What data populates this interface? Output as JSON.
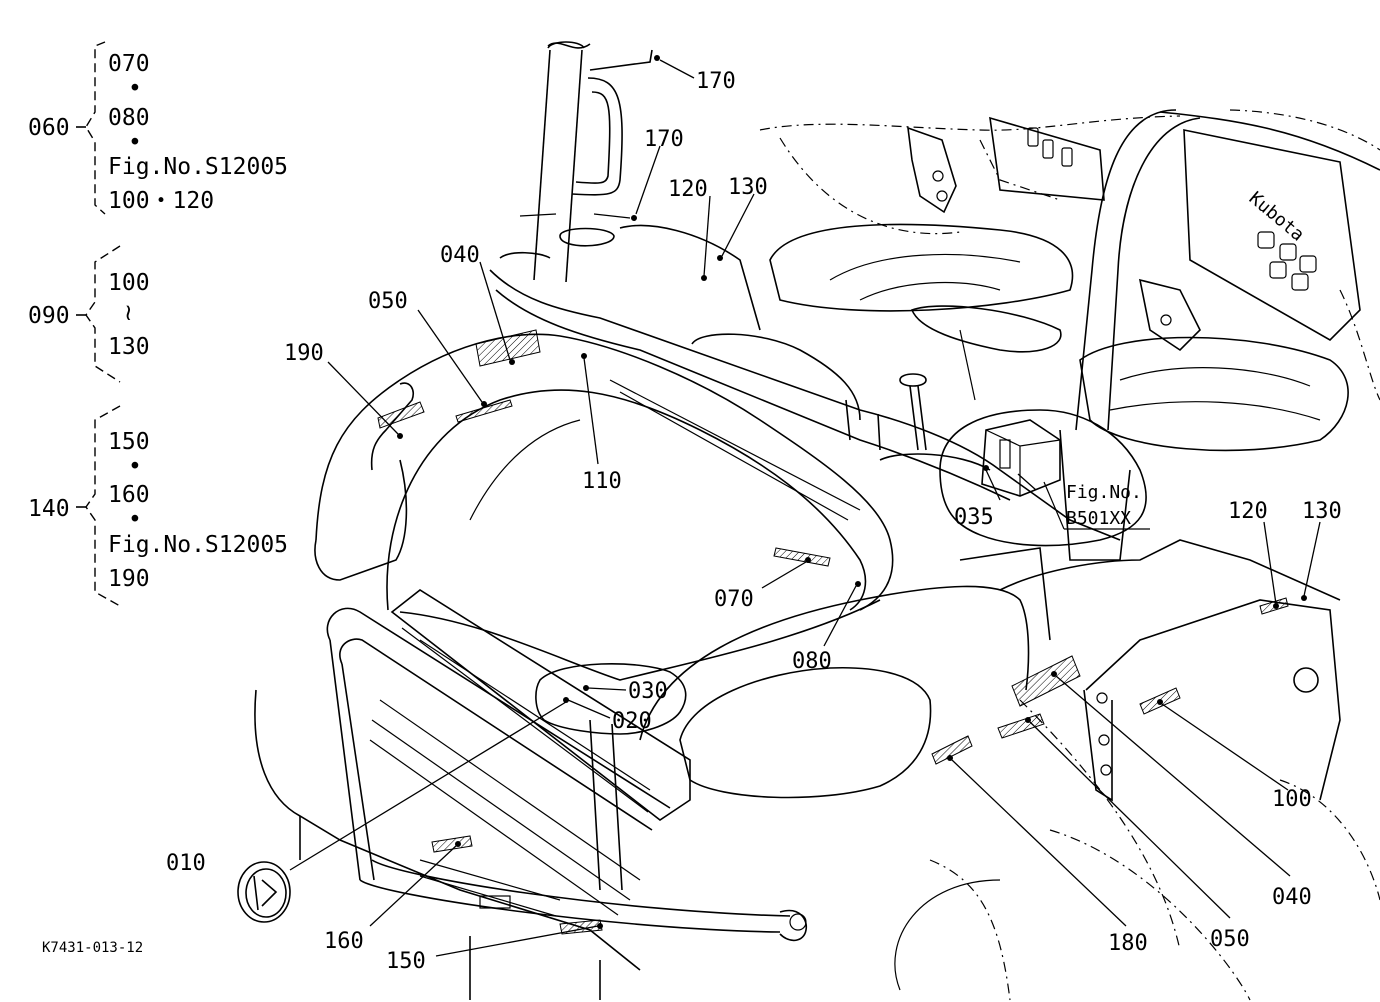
{
  "figure_code": "K7431-013-12",
  "groups": [
    {
      "id": "060",
      "lines": [
        "070",
        "•",
        "080",
        "•",
        "Fig.No.S12005",
        "100・120"
      ]
    },
    {
      "id": "090",
      "lines": [
        "100",
        "≀",
        "130"
      ]
    },
    {
      "id": "140",
      "lines": [
        "150",
        "•",
        "160",
        "•",
        "Fig.No.S12005",
        "190"
      ]
    }
  ],
  "callouts": {
    "c170a": "170",
    "c170b": "170",
    "c120a": "120",
    "c130a": "130",
    "c040a": "040",
    "c050a": "050",
    "c190": "190",
    "c110": "110",
    "c035": "035",
    "c120b": "120",
    "c130b": "130",
    "c070": "070",
    "c080": "080",
    "c030": "030",
    "c020": "020",
    "c100": "100",
    "c010": "010",
    "c160": "160",
    "c150": "150",
    "c180": "180",
    "c050b": "050",
    "c040b": "040"
  },
  "fig_ref": {
    "line1": "Fig.No.",
    "line2": "B501XX"
  },
  "brand_text": "Kubota"
}
